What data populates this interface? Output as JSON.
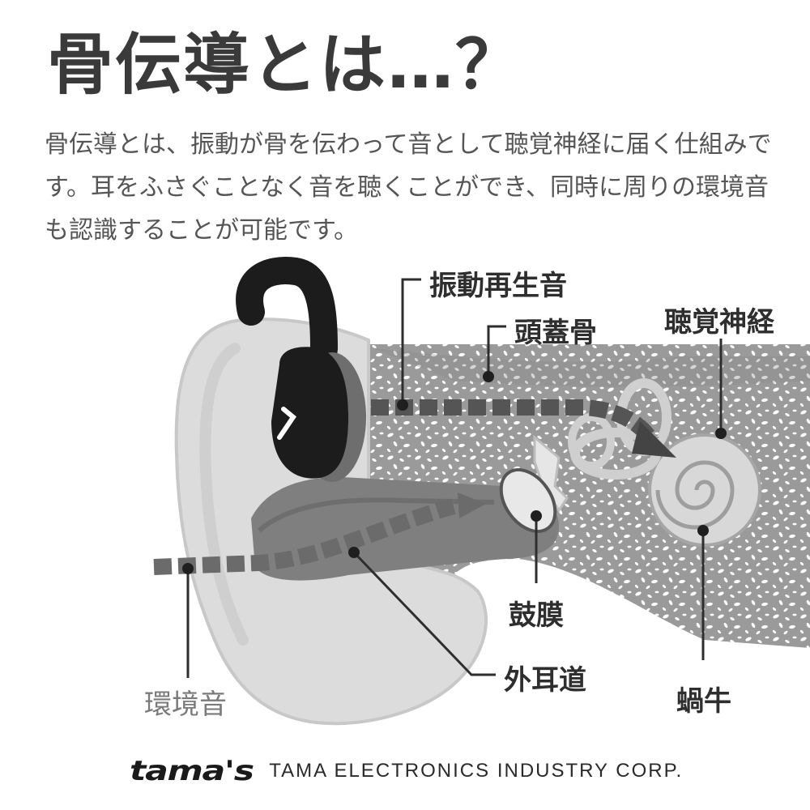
{
  "title": "骨伝導とは…？",
  "description": {
    "lines": [
      "骨伝導とは、振動が骨を伝わって音として聴覚神経に届く仕組みで",
      "す。耳をふさぐことなく音を聴くことができ、同時に周りの環境音",
      "も認識することが可能です。"
    ]
  },
  "diagram": {
    "labels": {
      "vibration_sound": "振動再生音",
      "skull": "頭蓋骨",
      "auditory_nerve": "聴覚神経",
      "eardrum": "鼓膜",
      "ear_canal": "外耳道",
      "cochlea": "蝸牛",
      "ambient_sound": "環境音"
    }
  },
  "footer": {
    "logo": "tama's",
    "company": "TAMA ELECTRONICS INDUSTRY CORP."
  }
}
